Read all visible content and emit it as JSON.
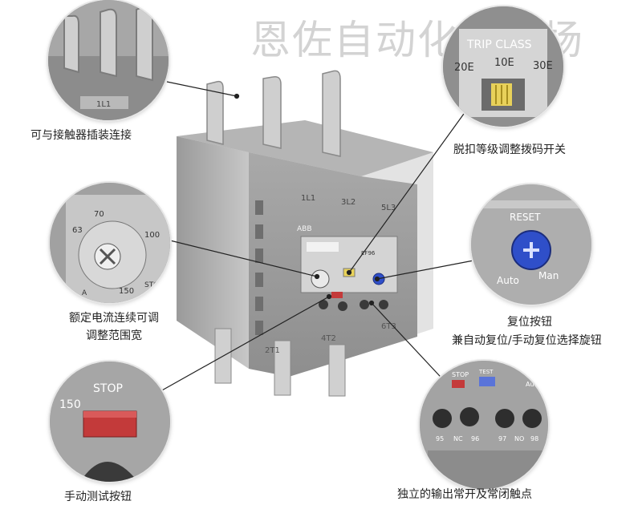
{
  "watermark": "恩佐自动化大卖场",
  "device": {
    "brand": "ABB",
    "model": "EF96",
    "terminals_top": [
      "1L1",
      "3L2",
      "5L3"
    ],
    "terminals_bottom": [
      "2T1",
      "4T2",
      "6T3"
    ]
  },
  "callouts": {
    "plugin": {
      "label": "可与接触器插装连接",
      "terminal": "1L1"
    },
    "trip_class": {
      "label": "脱扣等级调整拨码开关",
      "title": "TRIP CLASS",
      "options": [
        "20E",
        "10E",
        "30E"
      ]
    },
    "current_dial": {
      "label_line1": "额定电流连续可调",
      "label_line2": "调整范围宽",
      "scale": [
        "63",
        "70",
        "100",
        "150"
      ],
      "unit": "A",
      "stop": "STOP"
    },
    "reset": {
      "label_line1": "复位按钮",
      "label_line2": "兼自动复位/手动复位选择旋钮",
      "title": "RESET",
      "auto": "Auto",
      "manual": "Man"
    },
    "stop": {
      "label": "手动测试按钮",
      "value": "150",
      "title": "STOP"
    },
    "contacts": {
      "label": "独立的输出常开及常闭触点",
      "stop": "STOP",
      "test": "TEST",
      "auto": "Auto",
      "terminals": [
        "95",
        "NC",
        "96",
        "97",
        "NO",
        "98"
      ]
    }
  }
}
